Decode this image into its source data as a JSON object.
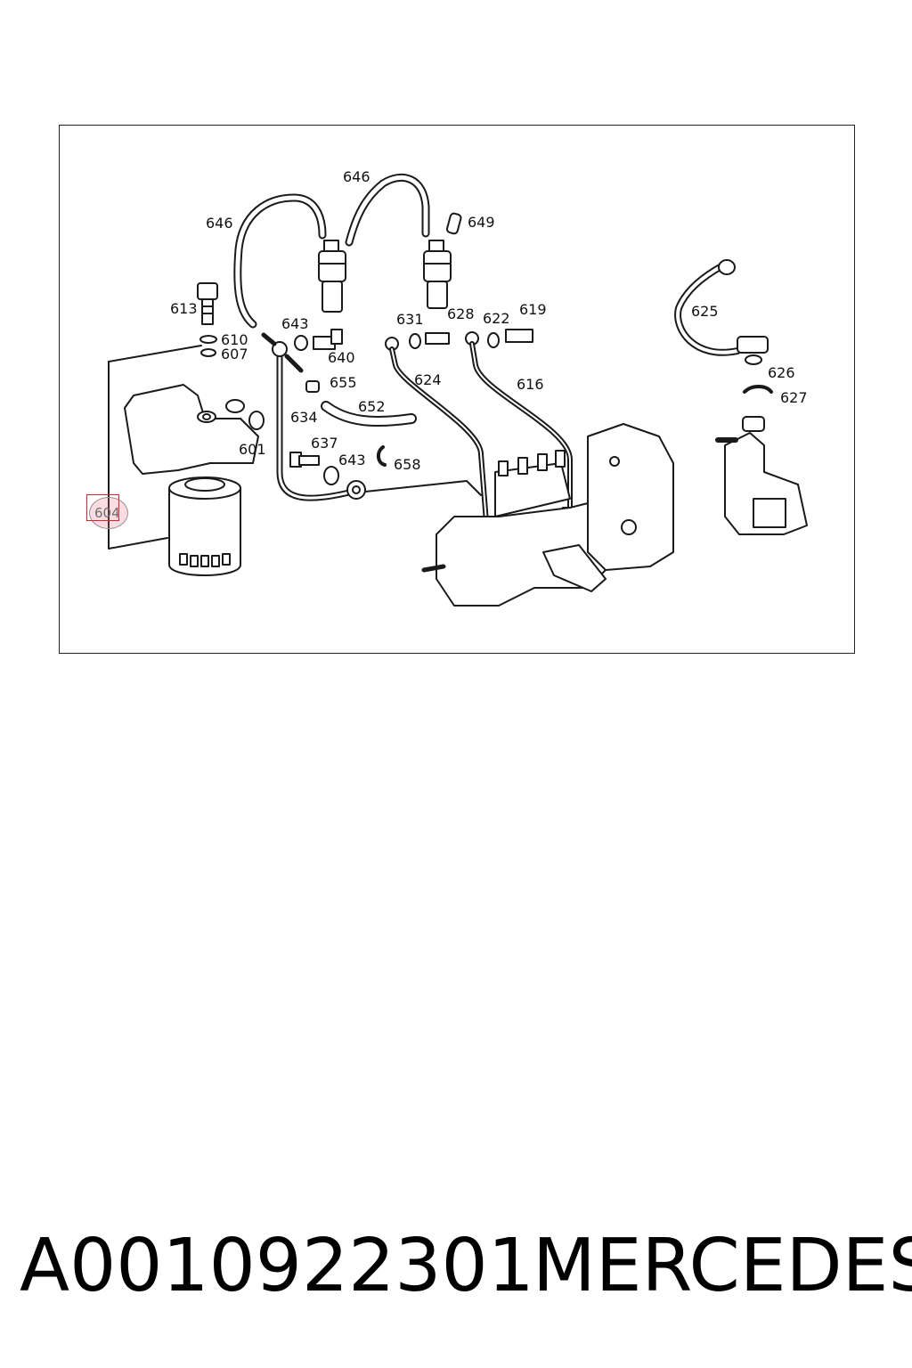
{
  "diagram": {
    "callouts": [
      {
        "id": "c646a",
        "text": "646"
      },
      {
        "id": "c646b",
        "text": "646"
      },
      {
        "id": "c649",
        "text": "649"
      },
      {
        "id": "c613",
        "text": "613"
      },
      {
        "id": "c610",
        "text": "610"
      },
      {
        "id": "c607",
        "text": "607"
      },
      {
        "id": "c643a",
        "text": "643"
      },
      {
        "id": "c640",
        "text": "640"
      },
      {
        "id": "c631",
        "text": "631"
      },
      {
        "id": "c628",
        "text": "628"
      },
      {
        "id": "c622",
        "text": "622"
      },
      {
        "id": "c619",
        "text": "619"
      },
      {
        "id": "c625",
        "text": "625"
      },
      {
        "id": "c655",
        "text": "655"
      },
      {
        "id": "c624",
        "text": "624"
      },
      {
        "id": "c616",
        "text": "616"
      },
      {
        "id": "c626",
        "text": "626"
      },
      {
        "id": "c627",
        "text": "627"
      },
      {
        "id": "c652",
        "text": "652"
      },
      {
        "id": "c634",
        "text": "634"
      },
      {
        "id": "c601",
        "text": "601"
      },
      {
        "id": "c637",
        "text": "637"
      },
      {
        "id": "c643b",
        "text": "643"
      },
      {
        "id": "c658",
        "text": "658"
      }
    ],
    "highlighted": {
      "text": "604",
      "box_color": "#e0202a"
    }
  },
  "caption": {
    "part_number": "A0010922301",
    "brand": "MERCEDES"
  }
}
